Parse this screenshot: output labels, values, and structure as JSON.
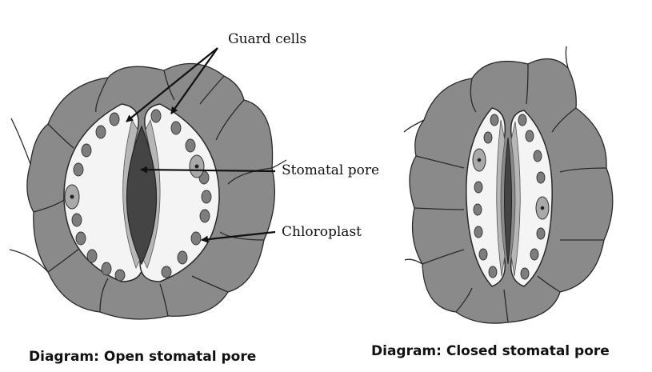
{
  "labels": {
    "guard_cells": "Guard cells",
    "stomatal_pore": "Stomatal pore",
    "chloroplast": "Chloroplast"
  },
  "captions": {
    "open": "Diagram: Open stomatal pore",
    "closed": "Diagram: Closed stomatal pore"
  },
  "colors": {
    "epidermal_cell": "#8a8a8a",
    "cell_outline": "#2a2a2a",
    "guard_cell": "#f4f4f4",
    "chloroplast": "#7d7d7d",
    "pore": "#444444",
    "nucleus": "#a9a9a9"
  }
}
